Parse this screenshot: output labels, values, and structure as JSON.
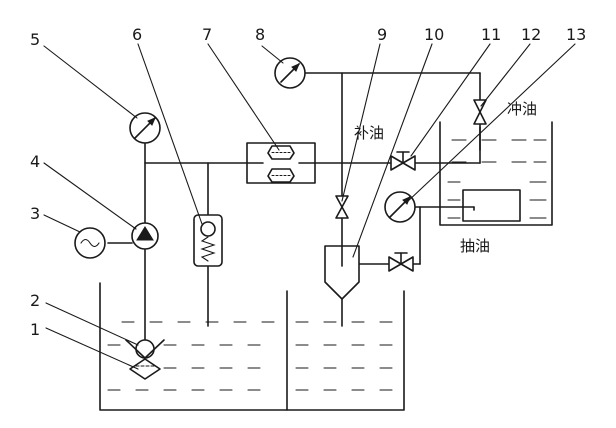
{
  "callouts": [
    "1",
    "2",
    "3",
    "4",
    "5",
    "6",
    "7",
    "8",
    "9",
    "10",
    "11",
    "12",
    "13"
  ],
  "labels": {
    "flush_oil": "冲油",
    "makeup_oil": "补油",
    "pump_oil": "抽油"
  },
  "icons": {
    "pressure_gauge": "pressure-gauge-icon",
    "motor": "motor-icon",
    "pump": "pump-icon",
    "filter": "filter-icon",
    "check_valve": "check-valve-icon",
    "strainer": "strainer-icon",
    "relief_valve": "relief-valve-icon",
    "stop_valve": "stop-valve-icon",
    "separator": "separator-icon",
    "work_piece": "work-piece-icon"
  }
}
